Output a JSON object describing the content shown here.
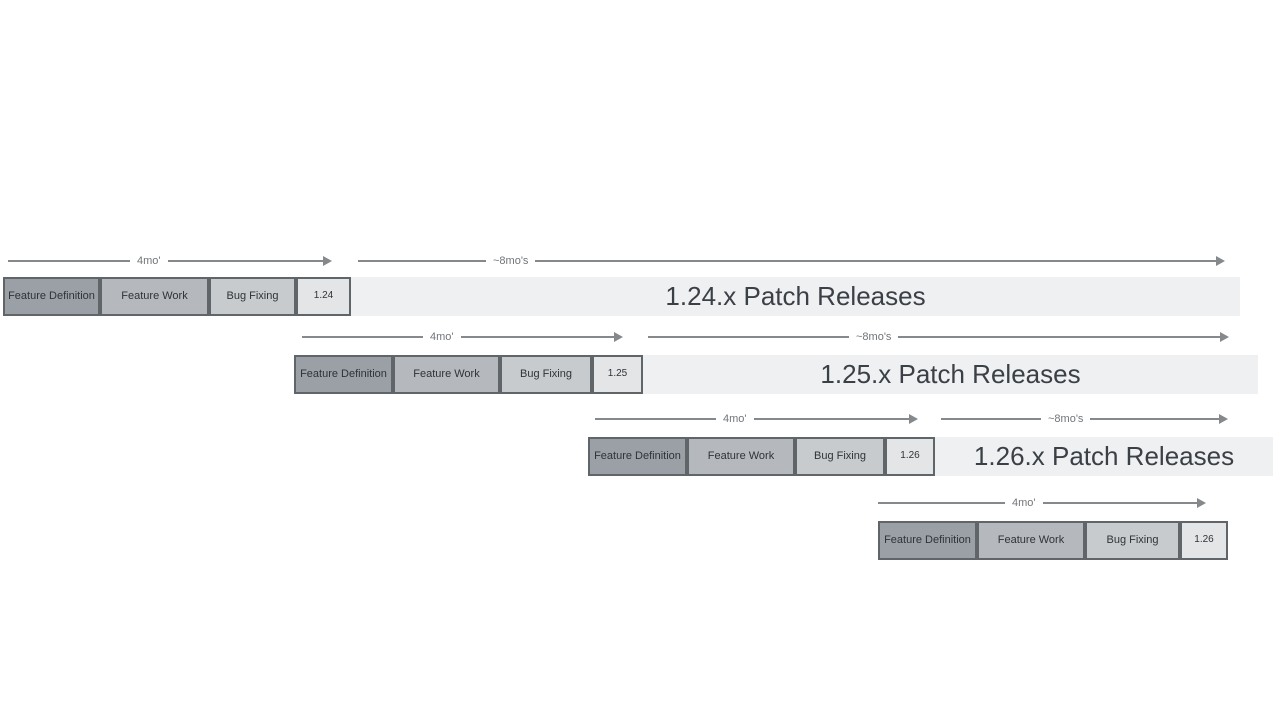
{
  "diagram": {
    "labels": {
      "dev_cycle": "4mo'",
      "patch_cycle": "~8mo's",
      "feature_definition": "Feature Definition",
      "feature_work": "Feature Work",
      "bug_fixing": "Bug Fixing"
    },
    "rows": [
      {
        "version": "1.24",
        "patch_releases": "1.24.x Patch Releases"
      },
      {
        "version": "1.25",
        "patch_releases": "1.25.x Patch Releases"
      },
      {
        "version": "1.26",
        "patch_releases": "1.26.x Patch Releases"
      },
      {
        "version": "1.26",
        "patch_releases": ""
      }
    ],
    "colors": {
      "feature_definition_fill": "#9aa0a6",
      "feature_work_fill": "#b5b9bd",
      "bug_fixing_fill": "#c8cbce",
      "version_fill": "#e3e5e7",
      "patch_bar_fill": "#eff0f2",
      "box_border": "#606569",
      "arrow_color": "#85898c",
      "label_text": "#717579",
      "box_text": "#2f3337",
      "patch_text": "#3b4046"
    }
  }
}
